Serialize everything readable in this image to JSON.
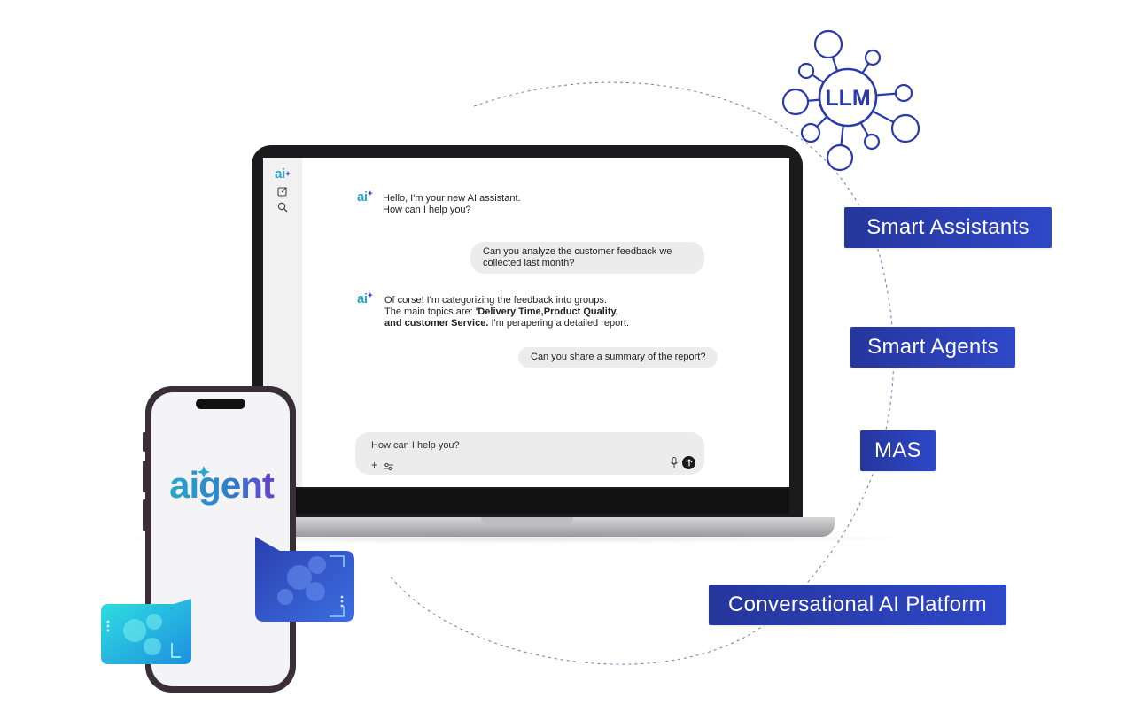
{
  "llm": {
    "label": "LLM"
  },
  "pills": {
    "smart_assistants": "Smart Assistants",
    "smart_agents": "Smart Agents",
    "mas": "MAS",
    "platform": "Conversational AI Platform"
  },
  "colors": {
    "pill_start": "#25369c",
    "pill_end": "#2f48c8",
    "llm_blue": "#2a3aa8",
    "logo_teal": "#2aa6c9",
    "logo_purple": "#6a3fd0"
  },
  "icons": {
    "sidebar": [
      "ai-logo-icon",
      "edit-icon",
      "search-icon"
    ],
    "input": [
      "plus-icon",
      "settings-sliders-icon",
      "microphone-icon",
      "send-arrow-icon"
    ]
  },
  "chat": {
    "greeting_line1": "Hello, I'm your new AI assistant.",
    "greeting_line2": "How can I help you?",
    "user1_line1": "Can you analyze the customer feedback we",
    "user1_line2": "collected last month?",
    "reply_line1": "Of corse! I'm categorizing the feedback into groups.",
    "reply_line2_pre": "The main topics are: ",
    "reply_line2_bold": "'Delivery Time,Product Quality,",
    "reply_line3_bold": "and customer Service.",
    "reply_line3_post": " I'm perapering a detailed report.",
    "user2": "Can you share a summary of the report?",
    "input_placeholder": "How can I help you?",
    "ai_logo": "ai"
  },
  "phone": {
    "brand": "aigent"
  }
}
